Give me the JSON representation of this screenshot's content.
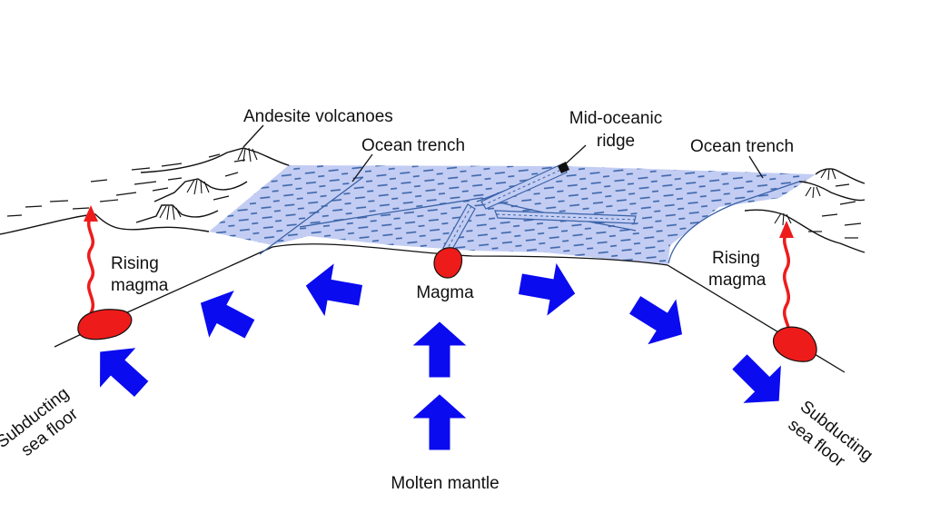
{
  "labels": {
    "andesite_volcanoes": "Andesite volcanoes",
    "ocean_trench_left": "Ocean trench",
    "mid_ocean_ridge_line1": "Mid-oceanic",
    "mid_ocean_ridge_line2": "ridge",
    "ocean_trench_right": "Ocean trench",
    "rising_magma_left_line1": "Rising",
    "rising_magma_left_line2": "magma",
    "rising_magma_right_line1": "Rising",
    "rising_magma_right_line2": "magma",
    "magma": "Magma",
    "molten_mantle": "Molten mantle",
    "subducting_left_line1": "Subducting",
    "subducting_left_line2": "sea floor",
    "subducting_right_line1": "Subducting",
    "subducting_right_line2": "sea floor"
  },
  "colors": {
    "ocean": "#c3cdf3",
    "ocean_dash": "#3a63a8",
    "arrow": "#0b0bf0",
    "magma": "#ee1b1b",
    "outline": "#111111"
  }
}
